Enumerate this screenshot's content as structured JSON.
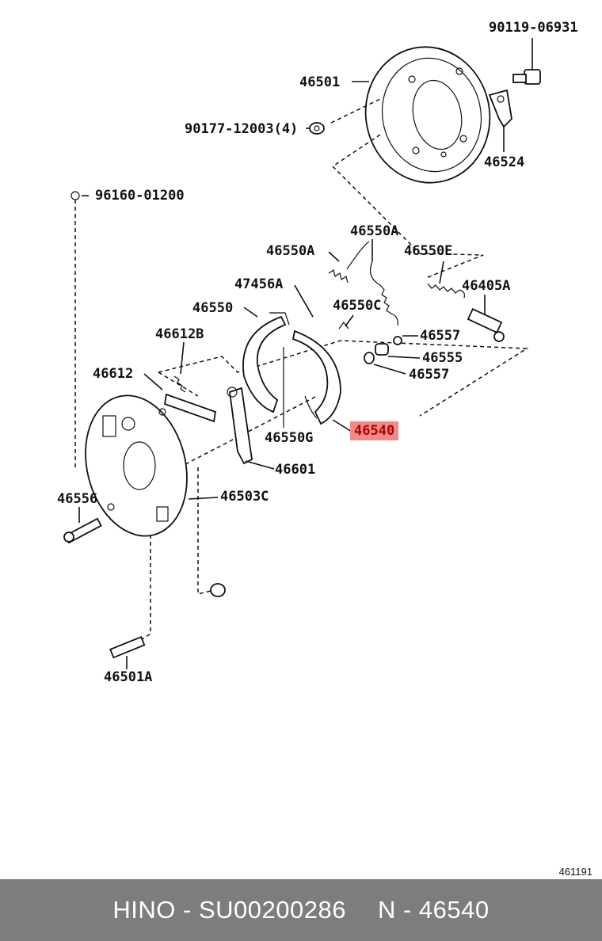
{
  "parts": {
    "p90119_06931": "90119-06931",
    "p46501": "46501",
    "p90177_12003": "90177-12003(4)",
    "p46524": "46524",
    "p96160_01200": "96160-01200",
    "p46550A_top": "46550A",
    "p46550A_left": "46550A",
    "p46550E": "46550E",
    "p47456A": "47456A",
    "p46405A": "46405A",
    "p46550": "46550",
    "p46550C": "46550C",
    "p46612B": "46612B",
    "p46557_top": "46557",
    "p46555": "46555",
    "p46557_bot": "46557",
    "p46612": "46612",
    "p46550G": "46550G",
    "p46540": "46540",
    "p46601": "46601",
    "p46556": "46556",
    "p46503C": "46503C",
    "p46501A": "46501A"
  },
  "highlight_color": "#f08a8a",
  "figure_code": "461191",
  "footer": {
    "brand": "HINO - SU00200286",
    "part_number": "N - 46540"
  }
}
